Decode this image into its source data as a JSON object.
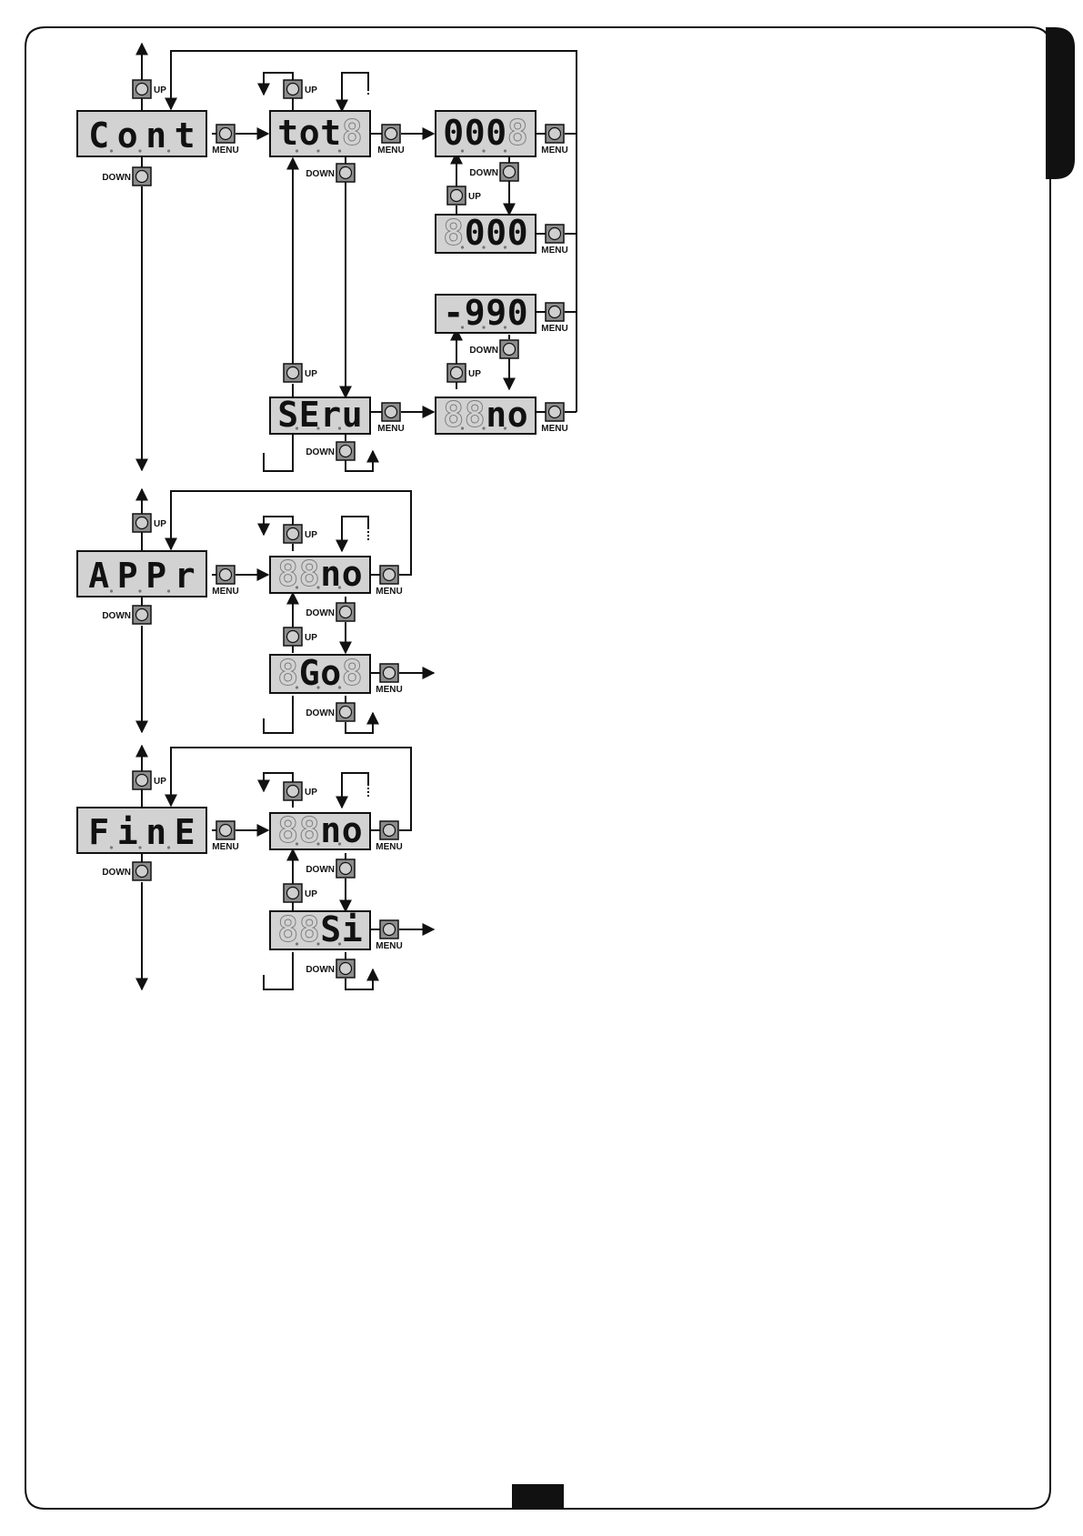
{
  "page": {
    "frame_color": "#111111",
    "tab_color": "#111111",
    "display_fill": "#d2d2d2",
    "button_fill": "#8c8c8c"
  },
  "labels": {
    "up": "UP",
    "down": "DOWN",
    "menu": "MENU"
  },
  "displays": {
    "cont": [
      "C",
      "o",
      "n",
      "t"
    ],
    "tot": [
      "t",
      "o",
      "t",
      "8"
    ],
    "thousands": [
      "0",
      "0",
      "0",
      "8"
    ],
    "decimal": [
      "8",
      "0",
      "0",
      "0"
    ],
    "negative": [
      "-",
      "9",
      "9",
      "0"
    ],
    "serv": [
      "S",
      "E",
      "r",
      "u"
    ],
    "serv_no": [
      "8",
      "8",
      "n",
      "o"
    ],
    "appr": [
      "A",
      "P",
      "P",
      "r"
    ],
    "appr_no": [
      "8",
      "8",
      "n",
      "o"
    ],
    "appr_go": [
      "8",
      "G",
      "o",
      "8"
    ],
    "fine": [
      "F",
      "i",
      "n",
      "E"
    ],
    "fine_no": [
      "8",
      "8",
      "n",
      "o"
    ],
    "fine_si": [
      "8",
      "8",
      "S",
      "i"
    ]
  }
}
